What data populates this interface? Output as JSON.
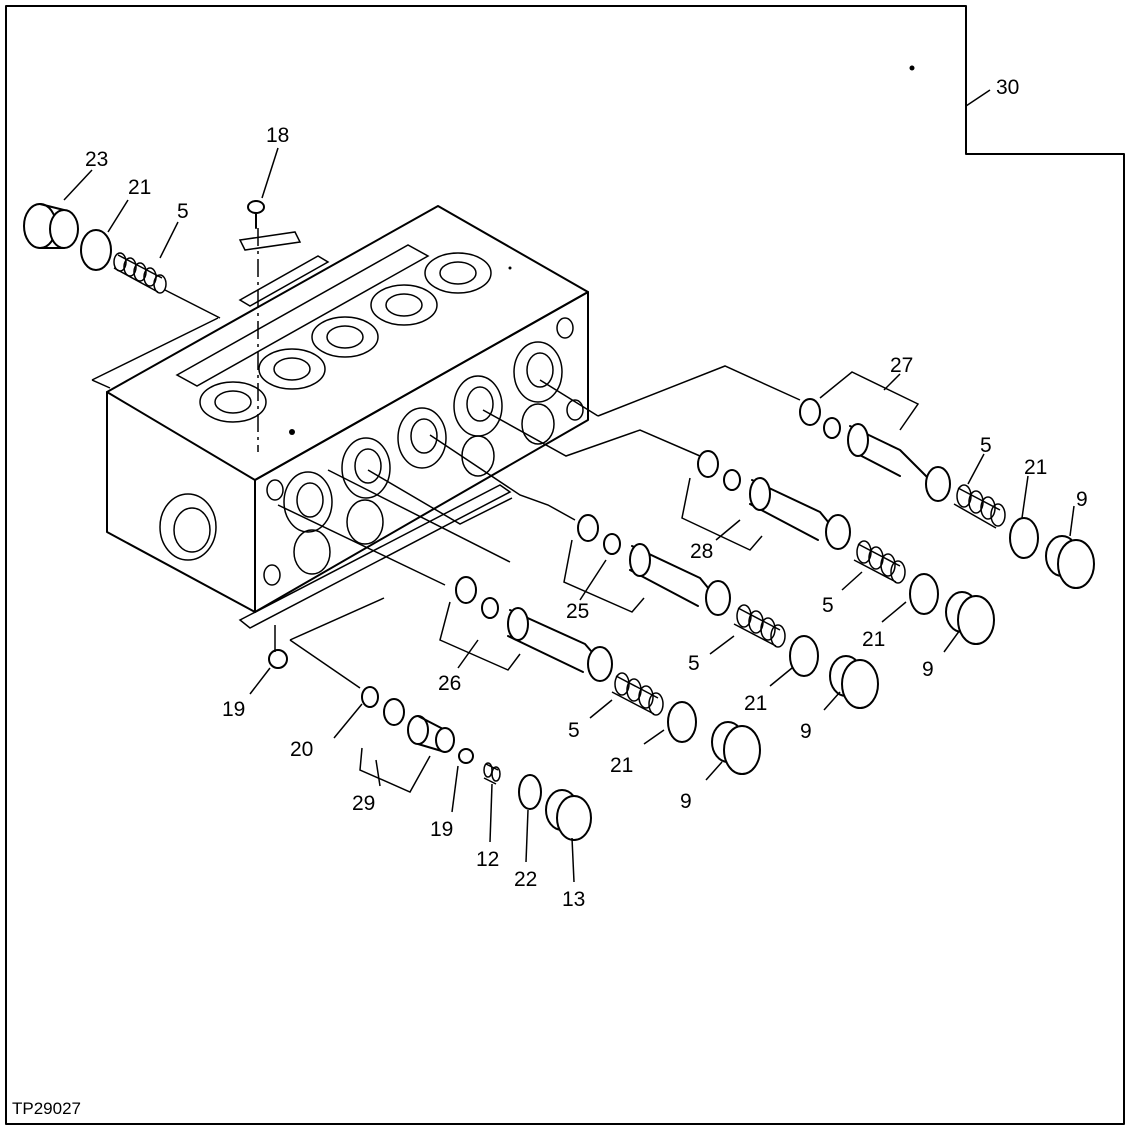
{
  "figure_id": "TP29027",
  "callouts": [
    {
      "label": "23"
    },
    {
      "label": "21"
    },
    {
      "label": "5"
    },
    {
      "label": "18"
    },
    {
      "label": "30"
    },
    {
      "label": "27"
    },
    {
      "label": "5"
    },
    {
      "label": "21"
    },
    {
      "label": "9"
    },
    {
      "label": "28"
    },
    {
      "label": "25"
    },
    {
      "label": "5"
    },
    {
      "label": "21"
    },
    {
      "label": "9"
    },
    {
      "label": "5"
    },
    {
      "label": "21"
    },
    {
      "label": "9"
    },
    {
      "label": "26"
    },
    {
      "label": "5"
    },
    {
      "label": "21"
    },
    {
      "label": "9"
    },
    {
      "label": "19"
    },
    {
      "label": "20"
    },
    {
      "label": "29"
    },
    {
      "label": "19"
    },
    {
      "label": "12"
    },
    {
      "label": "22"
    },
    {
      "label": "13"
    }
  ]
}
